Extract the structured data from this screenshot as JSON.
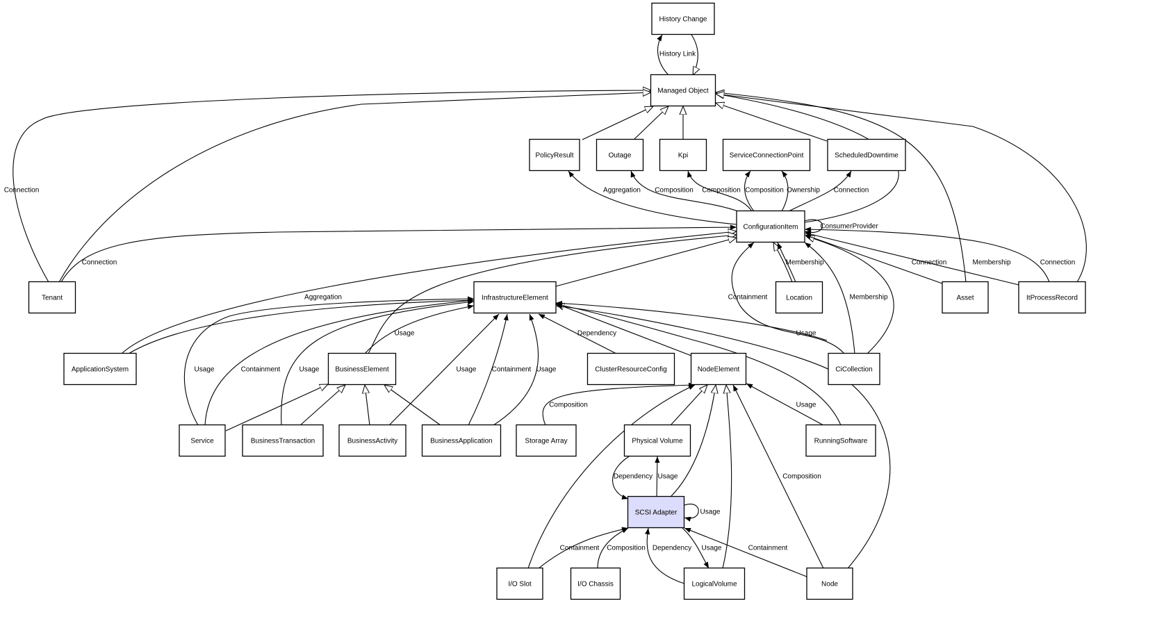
{
  "diagram": {
    "default_fill": "#ffffff",
    "highlight_fill": "#dcdcfc",
    "nodes": [
      {
        "id": "HistoryChange",
        "label": "History Change"
      },
      {
        "id": "ManagedObject",
        "label": "Managed Object"
      },
      {
        "id": "PolicyResult",
        "label": "PolicyResult"
      },
      {
        "id": "Outage",
        "label": "Outage"
      },
      {
        "id": "Kpi",
        "label": "Kpi"
      },
      {
        "id": "ServiceConnectionPoint",
        "label": "ServiceConnectionPoint"
      },
      {
        "id": "ScheduledDowntime",
        "label": "ScheduledDowntime"
      },
      {
        "id": "ConfigurationItem",
        "label": "ConfigurationItem"
      },
      {
        "id": "Tenant",
        "label": "Tenant"
      },
      {
        "id": "InfrastructureElement",
        "label": "InfrastructureElement"
      },
      {
        "id": "Location",
        "label": "Location"
      },
      {
        "id": "Asset",
        "label": "Asset"
      },
      {
        "id": "ItProcessRecord",
        "label": "ItProcessRecord"
      },
      {
        "id": "ApplicationSystem",
        "label": "ApplicationSystem"
      },
      {
        "id": "BusinessElement",
        "label": "BusinessElement"
      },
      {
        "id": "ClusterResourceConfig",
        "label": "ClusterResourceConfig"
      },
      {
        "id": "NodeElement",
        "label": "NodeElement"
      },
      {
        "id": "CiCollection",
        "label": "CiCollection"
      },
      {
        "id": "Service",
        "label": "Service"
      },
      {
        "id": "BusinessTransaction",
        "label": "BusinessTransaction"
      },
      {
        "id": "BusinessActivity",
        "label": "BusinessActivity"
      },
      {
        "id": "BusinessApplication",
        "label": "BusinessApplication"
      },
      {
        "id": "StorageArray",
        "label": "Storage Array"
      },
      {
        "id": "PhysicalVolume",
        "label": "Physical Volume"
      },
      {
        "id": "RunningSoftware",
        "label": "RunningSoftware"
      },
      {
        "id": "SCSIAdapter",
        "label": "SCSI Adapter",
        "highlight": true
      },
      {
        "id": "IOSlot",
        "label": "I/O Slot"
      },
      {
        "id": "IOChassis",
        "label": "I/O Chassis"
      },
      {
        "id": "LogicalVolume",
        "label": "LogicalVolume"
      },
      {
        "id": "Node",
        "label": "Node"
      }
    ],
    "edges": [
      {
        "from": "ManagedObject",
        "to": "HistoryChange",
        "label": "History Link",
        "kind": "association"
      },
      {
        "from": "HistoryChange",
        "to": "ManagedObject",
        "label": "",
        "kind": "inheritance"
      },
      {
        "from": "PolicyResult",
        "to": "ManagedObject",
        "label": "",
        "kind": "inheritance"
      },
      {
        "from": "Outage",
        "to": "ManagedObject",
        "label": "",
        "kind": "inheritance"
      },
      {
        "from": "Kpi",
        "to": "ManagedObject",
        "label": "",
        "kind": "inheritance"
      },
      {
        "from": "ScheduledDowntime",
        "to": "ManagedObject",
        "label": "",
        "kind": "inheritance"
      },
      {
        "from": "ConfigurationItem",
        "to": "ManagedObject",
        "label": "",
        "kind": "inheritance"
      },
      {
        "from": "Tenant",
        "to": "ManagedObject",
        "label": "Connection",
        "kind": "inheritance"
      },
      {
        "from": "Tenant",
        "to": "ManagedObject",
        "label": "",
        "kind": "inheritance"
      },
      {
        "from": "Asset",
        "to": "ManagedObject",
        "label": "",
        "kind": "inheritance"
      },
      {
        "from": "ItProcessRecord",
        "to": "ManagedObject",
        "label": "",
        "kind": "inheritance"
      },
      {
        "from": "ConfigurationItem",
        "to": "PolicyResult",
        "label": "Aggregation",
        "kind": "association"
      },
      {
        "from": "ConfigurationItem",
        "to": "Outage",
        "label": "Composition",
        "kind": "association"
      },
      {
        "from": "ConfigurationItem",
        "to": "Kpi",
        "label": "Composition",
        "kind": "association"
      },
      {
        "from": "ConfigurationItem",
        "to": "ServiceConnectionPoint",
        "label": "Composition",
        "kind": "association"
      },
      {
        "from": "ConfigurationItem",
        "to": "ServiceConnectionPoint",
        "label": "Ownership",
        "kind": "association"
      },
      {
        "from": "ConfigurationItem",
        "to": "ScheduledDowntime",
        "label": "Connection",
        "kind": "association"
      },
      {
        "from": "ConfigurationItem",
        "to": "ConfigurationItem",
        "label": "ConsumerProvider",
        "kind": "association"
      },
      {
        "from": "Tenant",
        "to": "ConfigurationItem",
        "label": "Connection",
        "kind": "association"
      },
      {
        "from": "ApplicationSystem",
        "to": "ConfigurationItem",
        "label": "",
        "kind": "inheritance"
      },
      {
        "from": "ApplicationSystem",
        "to": "InfrastructureElement",
        "label": "Aggregation",
        "kind": "association"
      },
      {
        "from": "BusinessElement",
        "to": "ConfigurationItem",
        "label": "",
        "kind": "inheritance"
      },
      {
        "from": "InfrastructureElement",
        "to": "ConfigurationItem",
        "label": "",
        "kind": "inheritance"
      },
      {
        "from": "Location",
        "to": "ConfigurationItem",
        "label": "",
        "kind": "inheritance"
      },
      {
        "from": "Location",
        "to": "ConfigurationItem",
        "label": "Membership",
        "kind": "association"
      },
      {
        "from": "CiCollection",
        "to": "ConfigurationItem",
        "label": "Containment",
        "kind": "association"
      },
      {
        "from": "CiCollection",
        "to": "ConfigurationItem",
        "label": "Membership",
        "kind": "association"
      },
      {
        "from": "CiCollection",
        "to": "ConfigurationItem",
        "label": "",
        "kind": "inheritance"
      },
      {
        "from": "CiCollection",
        "to": "InfrastructureElement",
        "label": "Usage",
        "kind": "association"
      },
      {
        "from": "Asset",
        "to": "ConfigurationItem",
        "label": "Connection",
        "kind": "association"
      },
      {
        "from": "ItProcessRecord",
        "to": "ConfigurationItem",
        "label": "Membership",
        "kind": "association"
      },
      {
        "from": "ItProcessRecord",
        "to": "ConfigurationItem",
        "label": "Connection",
        "kind": "association"
      },
      {
        "from": "Service",
        "to": "InfrastructureElement",
        "label": "Usage",
        "kind": "association"
      },
      {
        "from": "Service",
        "to": "InfrastructureElement",
        "label": "Containment",
        "kind": "association"
      },
      {
        "from": "BusinessTransaction",
        "to": "InfrastructureElement",
        "label": "Usage",
        "kind": "association"
      },
      {
        "from": "BusinessElement",
        "to": "InfrastructureElement",
        "label": "Usage",
        "kind": "association"
      },
      {
        "from": "BusinessActivity",
        "to": "InfrastructureElement",
        "label": "Usage",
        "kind": "association"
      },
      {
        "from": "BusinessApplication",
        "to": "InfrastructureElement",
        "label": "Containment",
        "kind": "association"
      },
      {
        "from": "BusinessApplication",
        "to": "InfrastructureElement",
        "label": "Usage",
        "kind": "association"
      },
      {
        "from": "ClusterResourceConfig",
        "to": "InfrastructureElement",
        "label": "Dependency",
        "kind": "association"
      },
      {
        "from": "NodeElement",
        "to": "InfrastructureElement",
        "label": "",
        "kind": "inheritance"
      },
      {
        "from": "RunningSoftware",
        "to": "InfrastructureElement",
        "label": "",
        "kind": "association"
      },
      {
        "from": "Node",
        "to": "InfrastructureElement",
        "label": "",
        "kind": "association"
      },
      {
        "from": "Service",
        "to": "BusinessElement",
        "label": "",
        "kind": "inheritance"
      },
      {
        "from": "BusinessTransaction",
        "to": "BusinessElement",
        "label": "",
        "kind": "inheritance"
      },
      {
        "from": "BusinessActivity",
        "to": "BusinessElement",
        "label": "",
        "kind": "inheritance"
      },
      {
        "from": "BusinessApplication",
        "to": "BusinessElement",
        "label": "",
        "kind": "inheritance"
      },
      {
        "from": "StorageArray",
        "to": "NodeElement",
        "label": "Composition",
        "kind": "association"
      },
      {
        "from": "PhysicalVolume",
        "to": "NodeElement",
        "label": "",
        "kind": "inheritance"
      },
      {
        "from": "SCSIAdapter",
        "to": "NodeElement",
        "label": "",
        "kind": "inheritance"
      },
      {
        "from": "LogicalVolume",
        "to": "NodeElement",
        "label": "",
        "kind": "inheritance"
      },
      {
        "from": "RunningSoftware",
        "to": "NodeElement",
        "label": "Usage",
        "kind": "association"
      },
      {
        "from": "IOSlot",
        "to": "NodeElement",
        "label": "",
        "kind": "association"
      },
      {
        "from": "Node",
        "to": "NodeElement",
        "label": "Composition",
        "kind": "association"
      },
      {
        "from": "PhysicalVolume",
        "to": "SCSIAdapter",
        "label": "Dependency",
        "kind": "association"
      },
      {
        "from": "SCSIAdapter",
        "to": "PhysicalVolume",
        "label": "Usage",
        "kind": "association"
      },
      {
        "from": "SCSIAdapter",
        "to": "SCSIAdapter",
        "label": "Usage",
        "kind": "association"
      },
      {
        "from": "IOSlot",
        "to": "SCSIAdapter",
        "label": "Containment",
        "kind": "association"
      },
      {
        "from": "IOChassis",
        "to": "SCSIAdapter",
        "label": "Composition",
        "kind": "association"
      },
      {
        "from": "LogicalVolume",
        "to": "SCSIAdapter",
        "label": "Dependency",
        "kind": "association"
      },
      {
        "from": "SCSIAdapter",
        "to": "LogicalVolume",
        "label": "Usage",
        "kind": "association"
      },
      {
        "from": "Node",
        "to": "SCSIAdapter",
        "label": "Containment",
        "kind": "association"
      }
    ]
  }
}
